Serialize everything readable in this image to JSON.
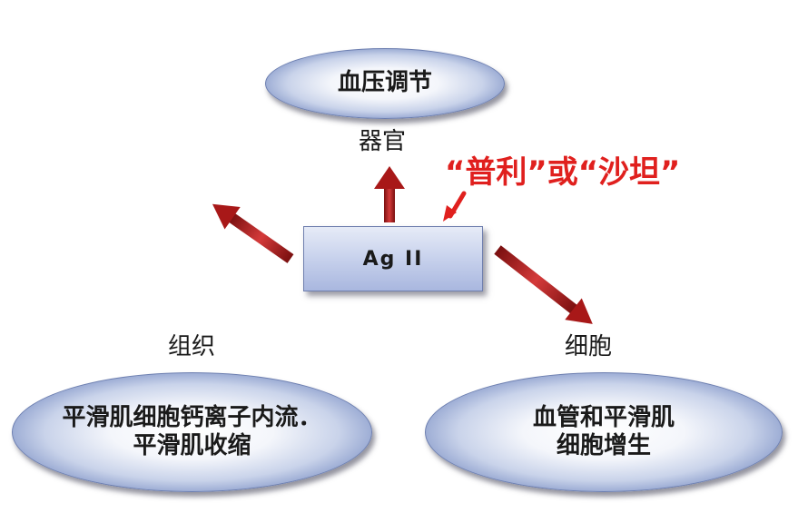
{
  "diagram": {
    "top_ellipse": {
      "text": "血压调节"
    },
    "top_label": "器官",
    "center_box": "Ag II",
    "left_label": "组织",
    "left_ellipse": {
      "line1": "平滑肌细胞钙离子内流．",
      "line2": "平滑肌收缩"
    },
    "right_label": "细胞",
    "right_ellipse": {
      "line1": "血管和平滑肌",
      "line2": "细胞增生"
    },
    "annotation": "“普利”或“沙坦”"
  },
  "colors": {
    "arrow": "#b31b1b",
    "annotation": "#e0201e",
    "ellipse_edge": "#4e67a8"
  }
}
